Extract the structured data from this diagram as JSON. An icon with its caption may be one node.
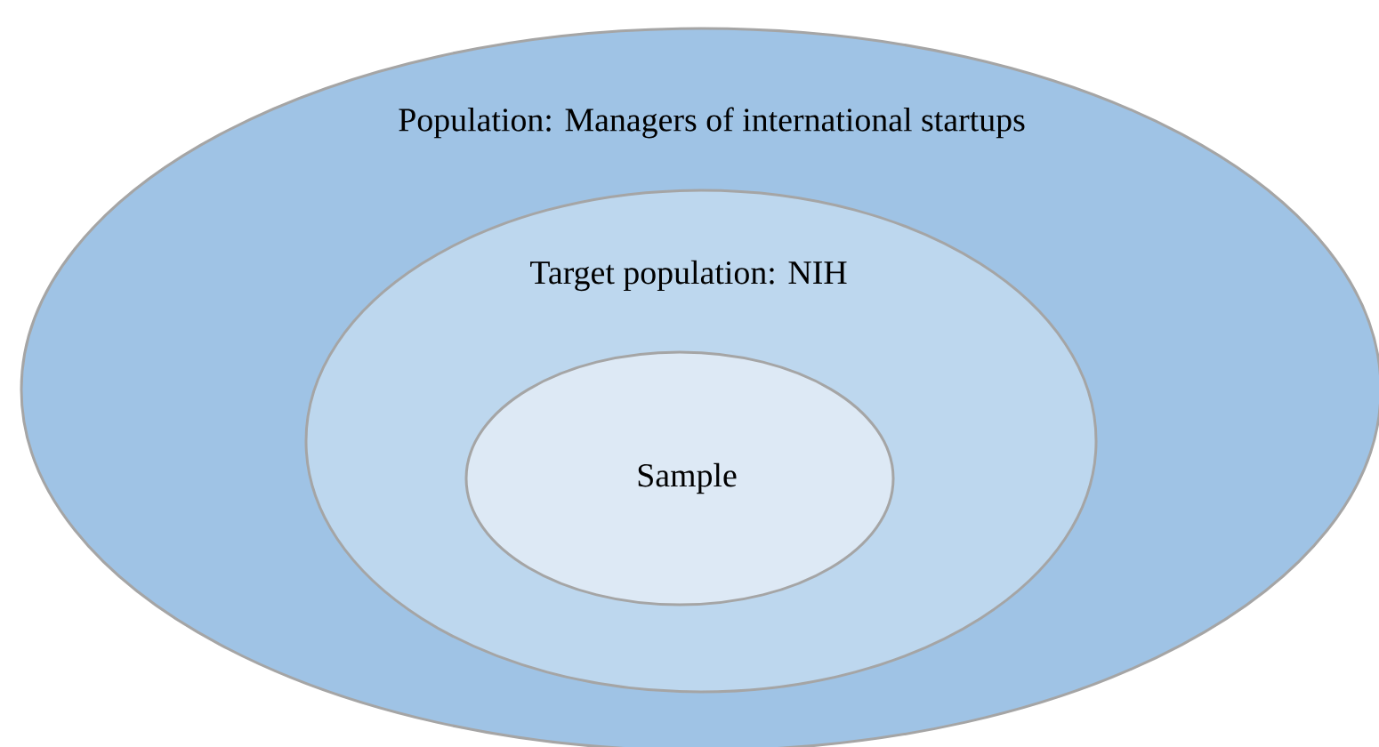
{
  "diagram": {
    "nodes": [
      {
        "text": [
          "Population: Managers of international startups"
        ]
      },
      {
        "text": [
          "Target population: NIH"
        ],
        "in": 0
      },
      {
        "text": [
          "Sample"
        ],
        "in": 1
      }
    ]
  }
}
